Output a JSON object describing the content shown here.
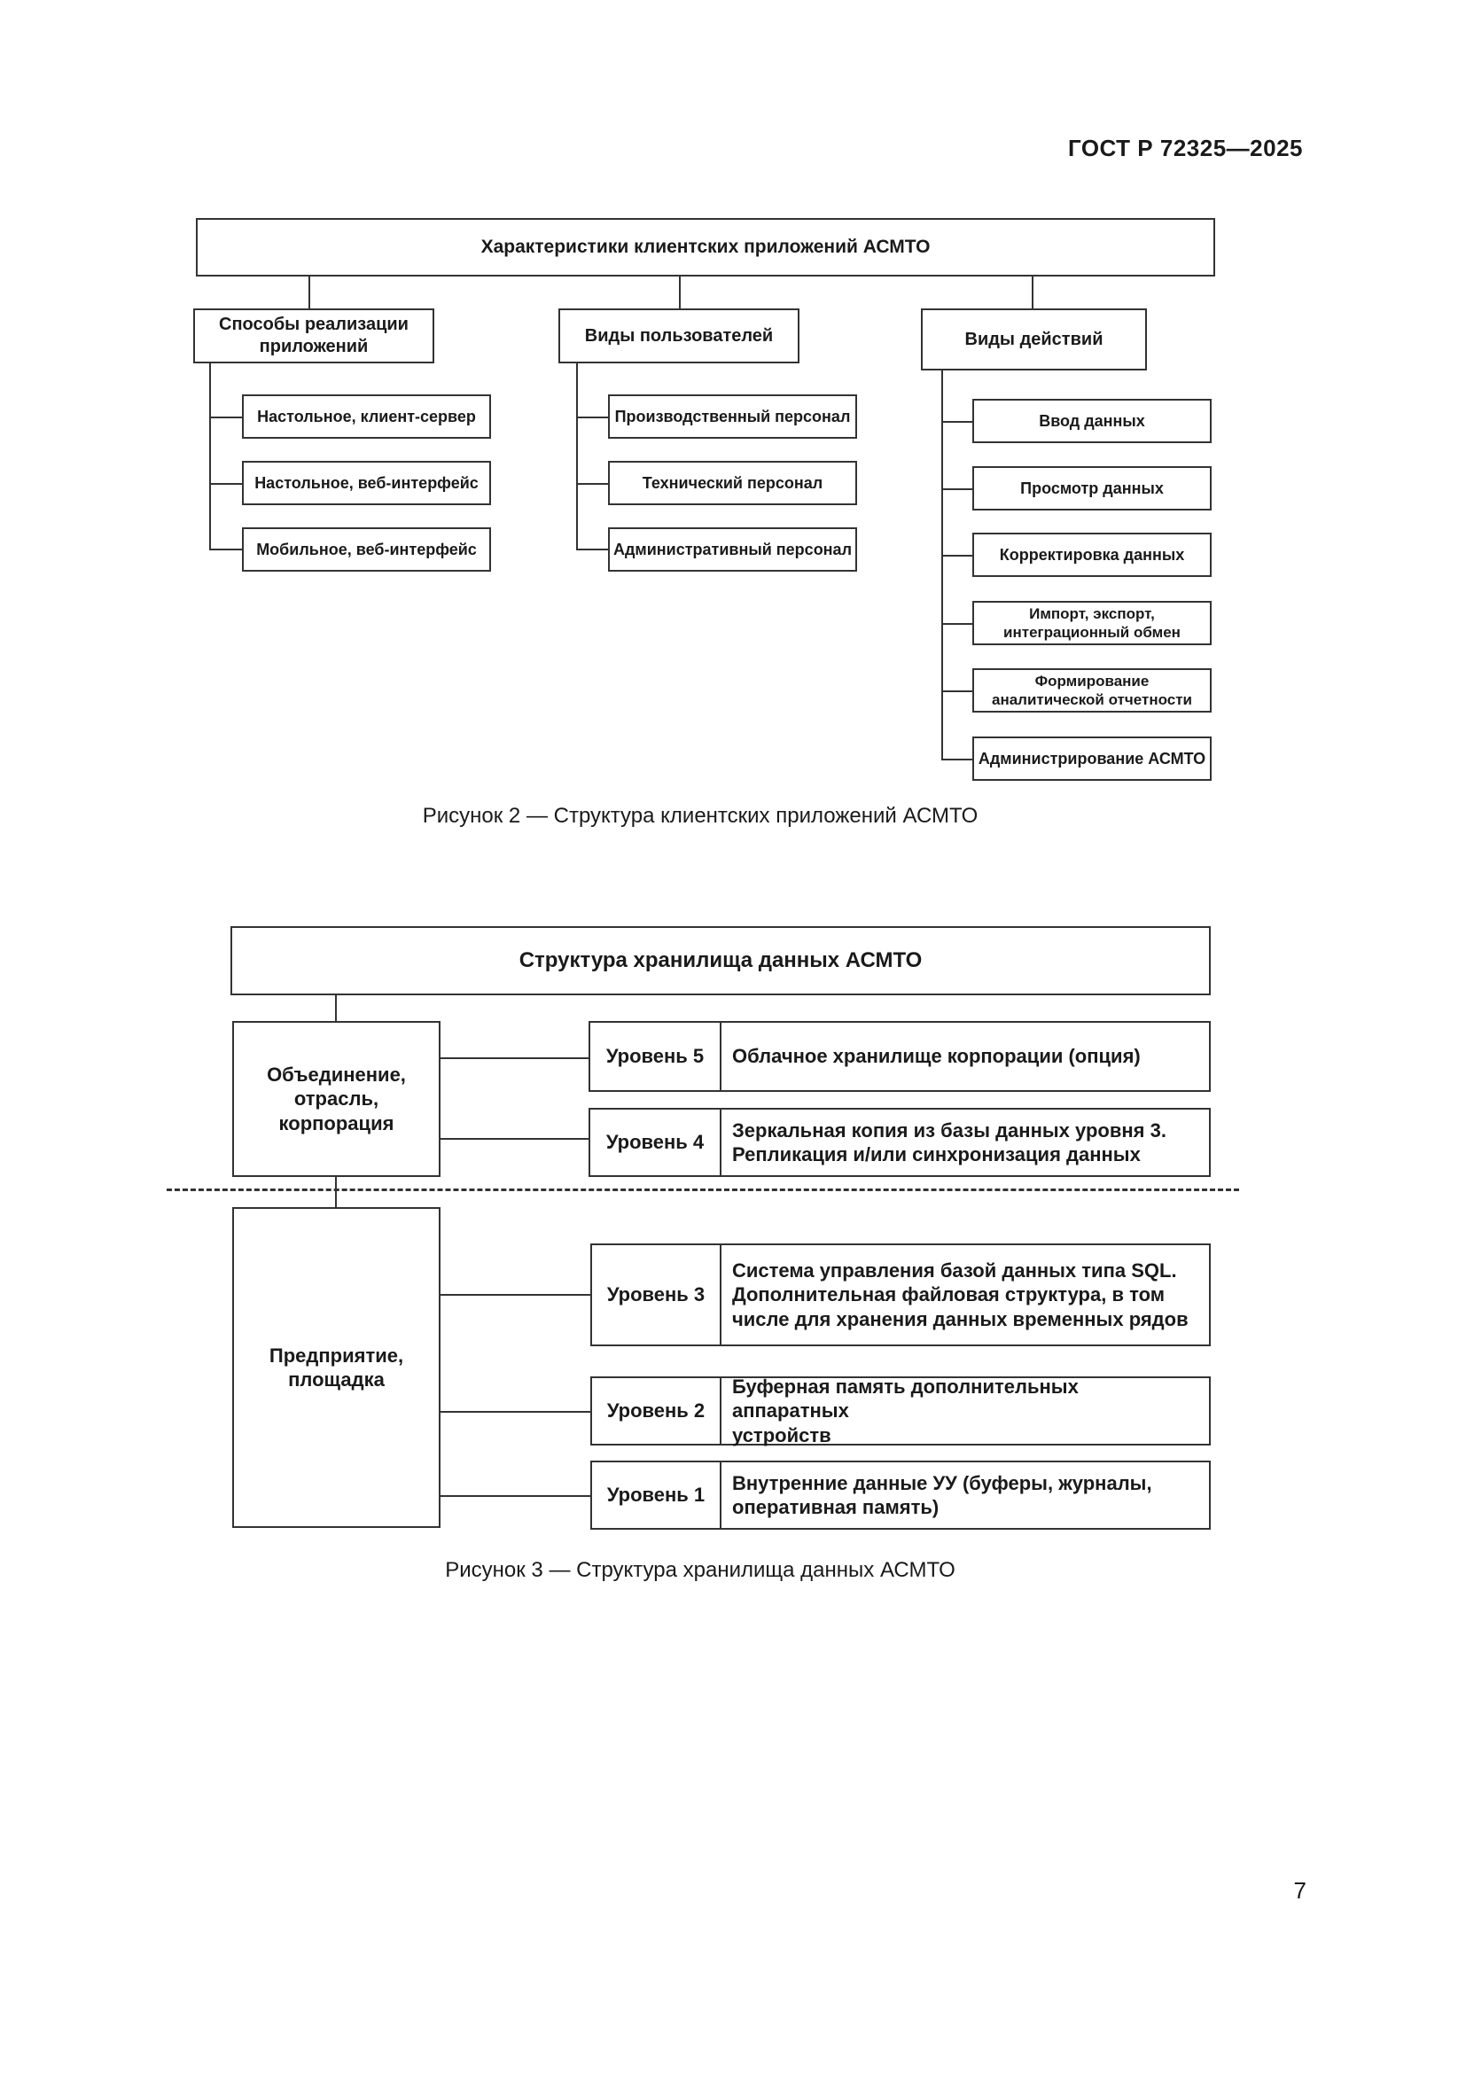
{
  "header": {
    "doc_id": "ГОСТ Р 72325—2025"
  },
  "figure2": {
    "title": "Характеристики клиентских приложений АСМТО",
    "caption": "Рисунок 2 — Структура клиентских приложений АСМТО",
    "col1": {
      "heading": "Способы реализации\nприложений",
      "items": [
        "Настольное, клиент-сервер",
        "Настольное, веб-интерфейс",
        "Мобильное, веб-интерфейс"
      ]
    },
    "col2": {
      "heading": "Виды пользователей",
      "items": [
        "Производственный персонал",
        "Технический персонал",
        "Административный персонал"
      ]
    },
    "col3": {
      "heading": "Виды действий",
      "items": [
        "Ввод данных",
        "Просмотр данных",
        "Корректировка данных",
        "Импорт, экспорт,\nинтеграционный обмен",
        "Формирование\nаналитической отчетности",
        "Администрирование АСМТО"
      ]
    }
  },
  "figure3": {
    "title": "Структура хранилища данных АСМТО",
    "caption": "Рисунок 3 — Структура хранилища данных АСМТО",
    "group_top": "Объединение,\nотрасль,\nкорпорация",
    "group_bottom": "Предприятие,\nплощадка",
    "levels": [
      {
        "label": "Уровень 5",
        "desc": "Облачное хранилище корпорации (опция)"
      },
      {
        "label": "Уровень 4",
        "desc": "Зеркальная копия из базы данных уровня 3.\nРепликация и/или синхронизация данных"
      },
      {
        "label": "Уровень 3",
        "desc": "Система управления базой данных типа SQL.\nДополнительная файловая структура, в том\nчисле для хранения данных временных рядов"
      },
      {
        "label": "Уровень 2",
        "desc": "Буферная память дополнительных аппаратных\nустройств"
      },
      {
        "label": "Уровень 1",
        "desc": "Внутренние данные УУ (буферы, журналы,\nоперативная память)"
      }
    ]
  },
  "footer": {
    "page_number": "7"
  }
}
